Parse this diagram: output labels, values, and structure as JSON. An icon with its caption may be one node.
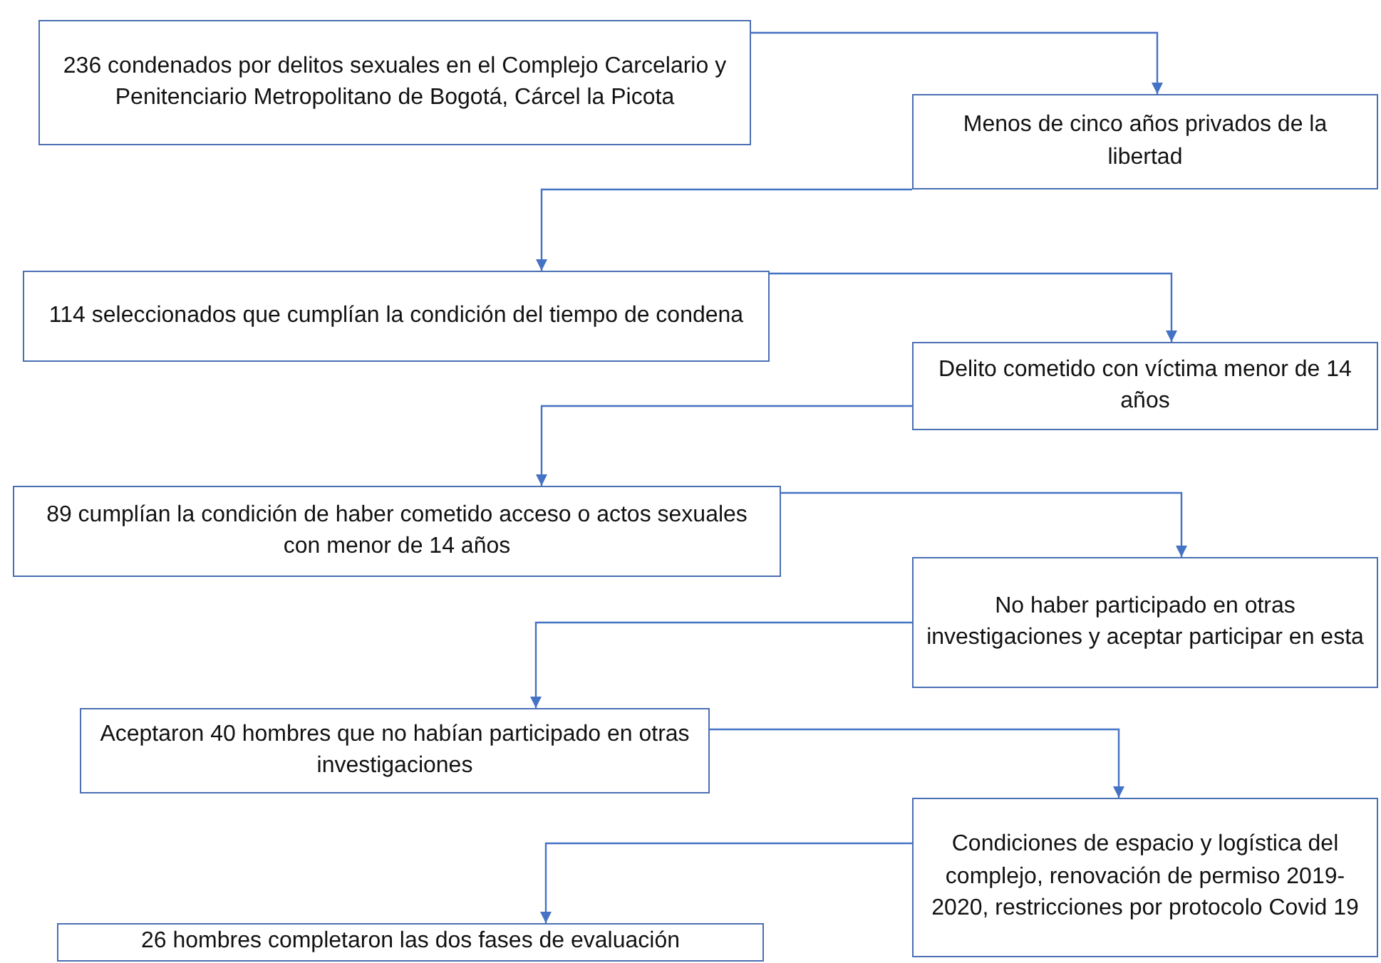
{
  "diagram": {
    "nodes": [
      {
        "text": [
          "236 condenados por delitos sexuales en el Complejo Carcelario y Penitenciario Metropolitano de Bogotá, Cárcel la Picota"
        ]
      },
      {
        "text": [
          "Menos de cinco años privados de la libertad"
        ]
      },
      {
        "text": [
          "114 seleccionados que cumplían la condición del tiempo de condena"
        ]
      },
      {
        "text": [
          "Delito cometido con víctima menor de 14 años"
        ]
      },
      {
        "text": [
          "89 cumplían la condición de haber cometido acceso o actos sexuales con menor de 14 años"
        ]
      },
      {
        "text": [
          "No haber participado en otras investigaciones y aceptar participar en esta"
        ]
      },
      {
        "text": [
          "Aceptaron 40 hombres que no habían participado en otras investigaciones"
        ]
      },
      {
        "text": [
          "Condiciones de espacio y logística del complejo, renovación de permiso 2019-2020, restricciones por protocolo Covid 19"
        ]
      },
      {
        "text": [
          "26 hombres completaron las dos fases de evaluación"
        ]
      }
    ],
    "edges": [
      {
        "from": 0,
        "to": 1,
        "arrow": "to"
      },
      {
        "from": 1,
        "to": 2,
        "arrow": "to"
      },
      {
        "from": 2,
        "to": 3,
        "arrow": "to"
      },
      {
        "from": 3,
        "to": 4,
        "arrow": "to"
      },
      {
        "from": 4,
        "to": 5,
        "arrow": "to"
      },
      {
        "from": 5,
        "to": 6,
        "arrow": "to"
      },
      {
        "from": 6,
        "to": 7,
        "arrow": "to"
      },
      {
        "from": 7,
        "to": 8,
        "arrow": "to"
      }
    ]
  }
}
